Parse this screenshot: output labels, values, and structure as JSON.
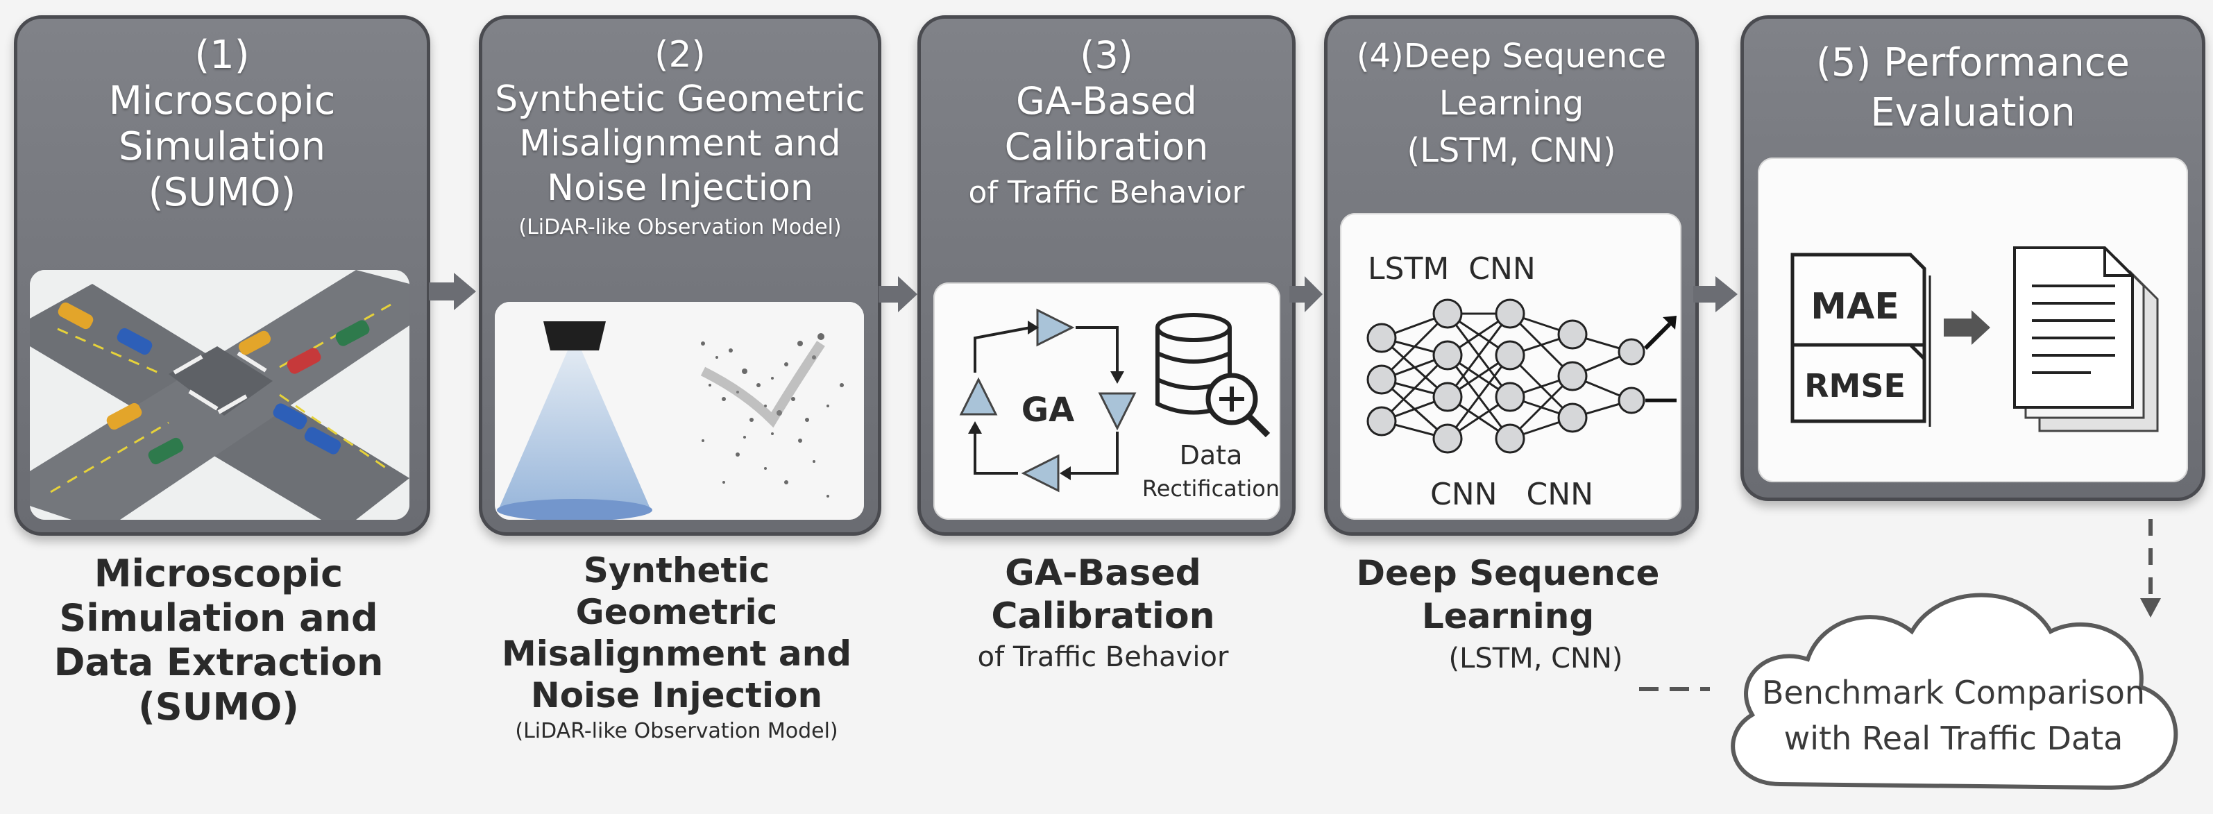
{
  "stages": [
    {
      "number": "(1)",
      "title_lines": [
        "Microscopic",
        "Simulation",
        "(SUMO)"
      ],
      "caption_lines": [
        "Microscopic",
        "Simulation and",
        "Data Extraction",
        "(SUMO)"
      ]
    },
    {
      "number": "(2)",
      "title_lines": [
        "Synthetic Geometric",
        "Misalignment and",
        "Noise Injection"
      ],
      "subtitle": "(LiDAR-like Observation Model)",
      "caption_lines": [
        "Synthetic",
        "Geometric",
        "Misalignment and",
        "Noise Injection"
      ],
      "caption_sub": "(LiDAR-like Observation Model)"
    },
    {
      "number": "(3)",
      "title_lines": [
        "GA-Based",
        "Calibration",
        "of Traffic Behavior"
      ],
      "panel": {
        "ga_label": "GA",
        "data_label": "Data",
        "rectification_label": "Rectification"
      },
      "caption_lines": [
        "GA-Based",
        "Calibration"
      ],
      "caption_sub": "of Traffic Behavior"
    },
    {
      "title_lines": [
        "(4)Deep Sequence",
        "Learning",
        "(LSTM, CNN)"
      ],
      "panel": {
        "top_labels": "LSTM  CNN",
        "bottom_labels": "CNN   CNN"
      },
      "caption_lines": [
        "Deep Sequence",
        "Learning"
      ],
      "caption_sub": "(LSTM, CNN)"
    },
    {
      "title_lines": [
        "(5) Performance",
        "Evaluation"
      ],
      "panel": {
        "metric_1": "MAE",
        "metric_2": "RMSE"
      }
    }
  ],
  "benchmark": {
    "lines": [
      "Benchmark Comparison",
      "with Real Traffic Data"
    ]
  },
  "colors": {
    "stage": "#74767c",
    "panel": "#fbfbfb",
    "arrow": "#6b6d73",
    "glyph": "#a9c3d8"
  }
}
